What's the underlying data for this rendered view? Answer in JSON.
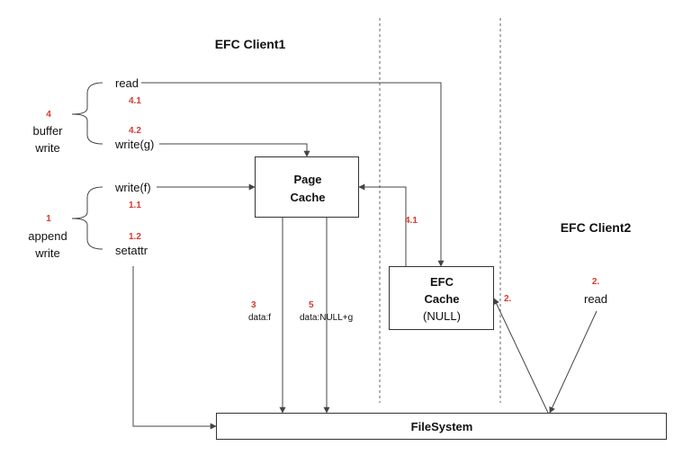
{
  "titles": {
    "client1": "EFC Client1",
    "client2": "EFC Client2"
  },
  "left_groups": {
    "buffer": {
      "step": "4",
      "line1": "buffer",
      "line2": "write"
    },
    "append": {
      "step": "1",
      "line1": "append",
      "line2": "write"
    }
  },
  "ops": {
    "read": "read",
    "read_step": "4.1",
    "write_g": "write(g)",
    "write_g_step": "4.2",
    "write_f": "write(f)",
    "write_f_step": "1.1",
    "setattr": "setattr",
    "setattr_step": "1.2"
  },
  "page_cache": {
    "line1": "Page",
    "line2": "Cache"
  },
  "efc_cache": {
    "line1": "EFC",
    "line2": "Cache",
    "line3": "(NULL)",
    "step_in": "4.1"
  },
  "flush": {
    "f_step": "3",
    "f_label": "data:f",
    "g_step": "5",
    "g_label": "data:NULL+g"
  },
  "client2": {
    "step": "2.",
    "read": "read",
    "link_step": "2."
  },
  "filesystem": {
    "label": "FileSystem"
  },
  "colors": {
    "accent_red": "#d63a2f",
    "line": "#444444",
    "divider": "#666666"
  }
}
